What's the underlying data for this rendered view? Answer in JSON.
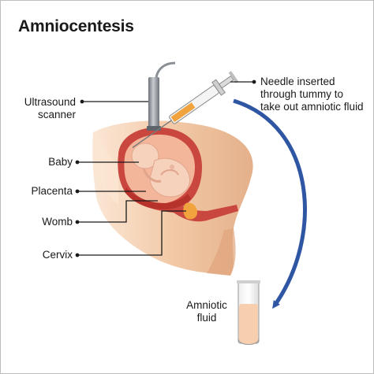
{
  "diagram": {
    "title": "Amniocentesis",
    "labels": {
      "ultrasound_line1": "Ultrasound",
      "ultrasound_line2": "scanner",
      "baby": "Baby",
      "placenta": "Placenta",
      "womb": "Womb",
      "cervix": "Cervix",
      "needle_line1": "Needle inserted",
      "needle_line2": "through tummy to",
      "needle_line3": "take out amniotic fluid",
      "fluid_line1": "Amniotic",
      "fluid_line2": "fluid"
    },
    "colors": {
      "skin": "#f2c9a6",
      "skin_shadow": "#e3ab84",
      "womb_outer": "#c9473f",
      "womb_inner": "#e46c5a",
      "amniotic_sac": "#f4b69a",
      "baby": "#f6d2bd",
      "placenta": "#b8322c",
      "cervix": "#f1a33d",
      "arrow": "#2f56a3",
      "probe": "#8a8f96",
      "tube_fluid": "#f7cfae"
    }
  }
}
